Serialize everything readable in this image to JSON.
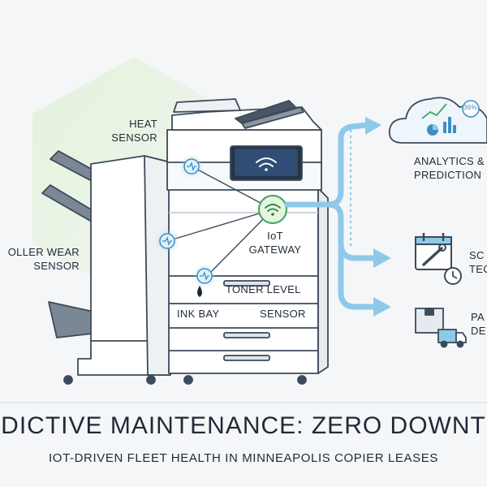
{
  "labels": {
    "heat_sensor": [
      "HEAT",
      "SENSOR"
    ],
    "roller_sensor": [
      "OLLER WEAR",
      "SENSOR"
    ],
    "iot_gateway": [
      "IoT",
      "GATEWAY"
    ],
    "toner_sensor": [
      "TONER LEVEL",
      "SENSOR"
    ],
    "ink_bay": "INK BAY",
    "analytics": [
      "ANALYTICS &",
      "PREDICTION"
    ],
    "scheduling": [
      "SC",
      "TEC"
    ],
    "parts": [
      "PA",
      "DE"
    ],
    "analytics_percent": "36%"
  },
  "title": "DICTIVE MAINTENANCE: ZERO DOWNT",
  "subtitle": "IOT-DRIVEN FLEET HEALTH IN MINNEAPOLIS COPIER LEASES",
  "colors": {
    "accent_blue": "#8ec9ea",
    "sensor_green": "#5cc48a",
    "outline": "#3d4a5a",
    "hex_bg": "#e9f4e4"
  },
  "icons": [
    "wifi-icon",
    "cloud-icon",
    "calendar-wrench-icon",
    "clock-icon",
    "delivery-truck-icon",
    "ink-drop-icon"
  ]
}
